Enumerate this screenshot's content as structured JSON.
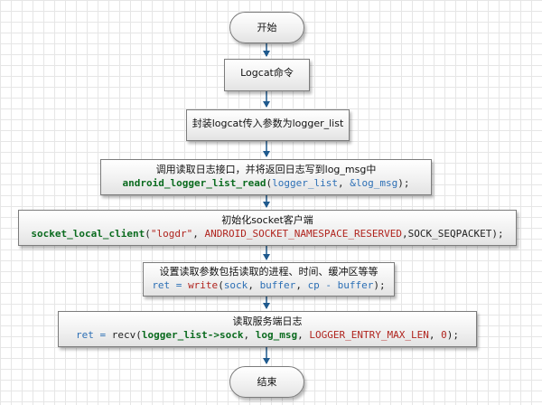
{
  "colors": {
    "function": "#0b6b1f",
    "variable": "#2c6fb5",
    "string": "#b0241e",
    "constant": "#b0241e",
    "edge": "#1f5a8e"
  },
  "nodes": {
    "start": {
      "label": "开始"
    },
    "logcat_cmd": {
      "label": "Logcat命令"
    },
    "wrap": {
      "label": "封装logcat传入参数为logger_list"
    },
    "read": {
      "label": "调用读取日志接口，并将返回日志写到log_msg中",
      "code": {
        "fn": "android_logger_list_read",
        "open": "(",
        "arg1": "logger_list",
        "sep": ", ",
        "arg2": "&log_msg",
        "close": ");"
      }
    },
    "socket": {
      "label": "初始化socket客户端",
      "code": {
        "fn": "socket_local_client",
        "open": "(",
        "arg1": "\"logdr\"",
        "sep1": ",  ",
        "arg2": "ANDROID_SOCKET_NAMESPACE_RESERVED",
        "sep2": ",",
        "arg3": "SOCK_SEQPACKET",
        "close": ");"
      }
    },
    "write": {
      "label": "设置读取参数包括读取的进程、时间、缓冲区等等",
      "code": {
        "lhs": "ret = ",
        "fn": "write",
        "open": "(",
        "arg1": "sock",
        "sep1": ", ",
        "arg2": "buffer",
        "sep2": ", ",
        "arg3": "cp - buffer",
        "close": ");"
      }
    },
    "recv": {
      "label": "读取服务端日志",
      "code": {
        "lhs": "ret = ",
        "fn": "recv",
        "open": "(",
        "arg1": "logger_list->sock",
        "sep1": ", ",
        "arg2": "log_msg",
        "sep2": ", ",
        "arg3": "LOGGER_ENTRY_MAX_LEN",
        "sep3": ", ",
        "arg4": "0",
        "close": ");"
      }
    },
    "end": {
      "label": "结束"
    }
  }
}
